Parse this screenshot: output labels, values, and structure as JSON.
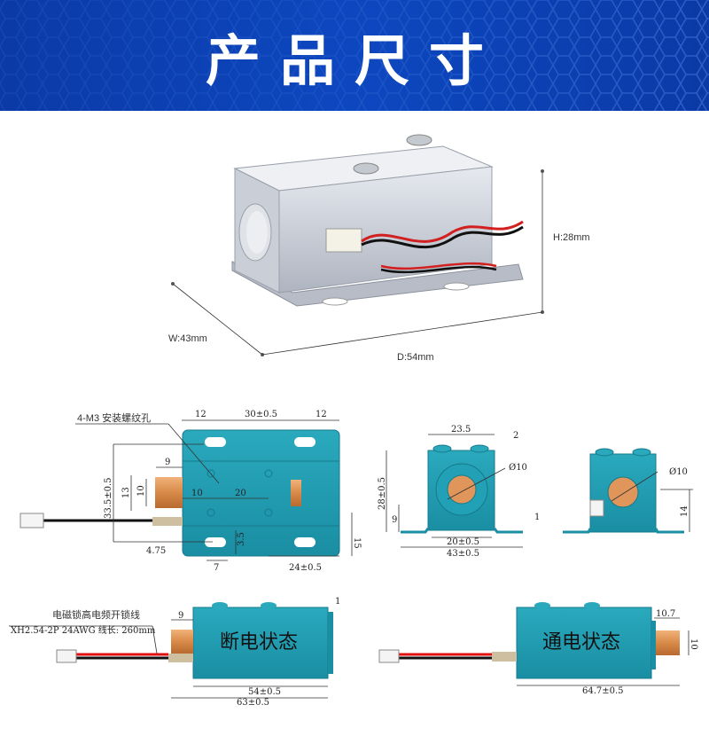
{
  "header": {
    "title": "产品尺寸"
  },
  "photo": {
    "height_label": "H:28mm",
    "width_label": "W:43mm",
    "depth_label": "D:54mm"
  },
  "front_view": {
    "callout": "4-M3 安装螺纹孔",
    "dims": {
      "top_left": "12",
      "top_mid": "30±0.5",
      "top_right": "12",
      "plunger": "9",
      "h13": "13",
      "h10": "10",
      "left_height": "33.5±0.5",
      "hole_x": "10",
      "hole_gap": "20",
      "slot_offset": "4.75",
      "slot_w": "7",
      "slot_h": "3.5",
      "right_h": "15",
      "bottom_right": "24±0.5"
    }
  },
  "end_view": {
    "width_top": "23.5",
    "boss": "2",
    "diameter": "Ø10",
    "height": "28±0.5",
    "axis_h": "9",
    "thickness": "1",
    "inner_w": "20±0.5",
    "total_w": "43±0.5"
  },
  "rear_view": {
    "diameter": "Ø10",
    "axis_h": "14"
  },
  "off_state": {
    "wire_title": "电磁锁高电频开锁线",
    "wire_spec": "XH2.54-2P 24AWG 线长: 260mm",
    "label": "断电状态",
    "plunger": "9",
    "gap": "1",
    "body_len": "54±0.5",
    "total_len": "63±0.5"
  },
  "on_state": {
    "label": "通电状态",
    "extension": "10.7",
    "plunger_d": "10",
    "total_len": "64.7±0.5"
  },
  "colors": {
    "header": "#0d47c0",
    "body": "#1e9bb0",
    "plunger": "#e0965a"
  }
}
